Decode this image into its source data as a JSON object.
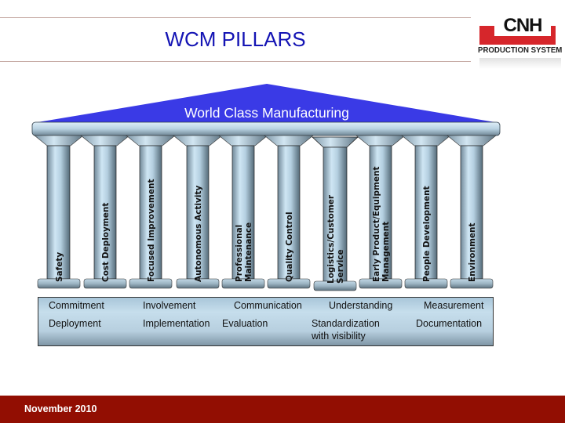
{
  "slide": {
    "title": "WCM PILLARS",
    "logo": {
      "brand": "CNH",
      "subtitle": "PRODUCTION SYSTEM"
    },
    "roof_label": "World Class Manufacturing",
    "pillars": [
      {
        "label": "Safety"
      },
      {
        "label": "Cost Deployment"
      },
      {
        "label": "Focused Improvement"
      },
      {
        "label": "Autonomous Activity"
      },
      {
        "label": "Professional",
        "label2": "Maintenance"
      },
      {
        "label": "Quality Control"
      },
      {
        "label": "Logistics/Customer",
        "label2": "Service"
      },
      {
        "label": "Early Product/Equipment",
        "label2": "Management"
      },
      {
        "label": "People Development"
      },
      {
        "label": "Environment"
      }
    ],
    "foundation": {
      "row1": [
        "Commitment",
        "Involvement",
        "Communication",
        "Understanding",
        "Measurement"
      ],
      "row2": [
        "Deployment",
        "Implementation",
        "Evaluation",
        "Standardization",
        "Documentation"
      ],
      "row2_continuation": "with visibility"
    },
    "footer": {
      "date": "November  2010"
    },
    "colors": {
      "title": "#1414b4",
      "roof": "#3a3ae6",
      "footer": "#920e02",
      "logo_red": "#d6262b"
    }
  }
}
